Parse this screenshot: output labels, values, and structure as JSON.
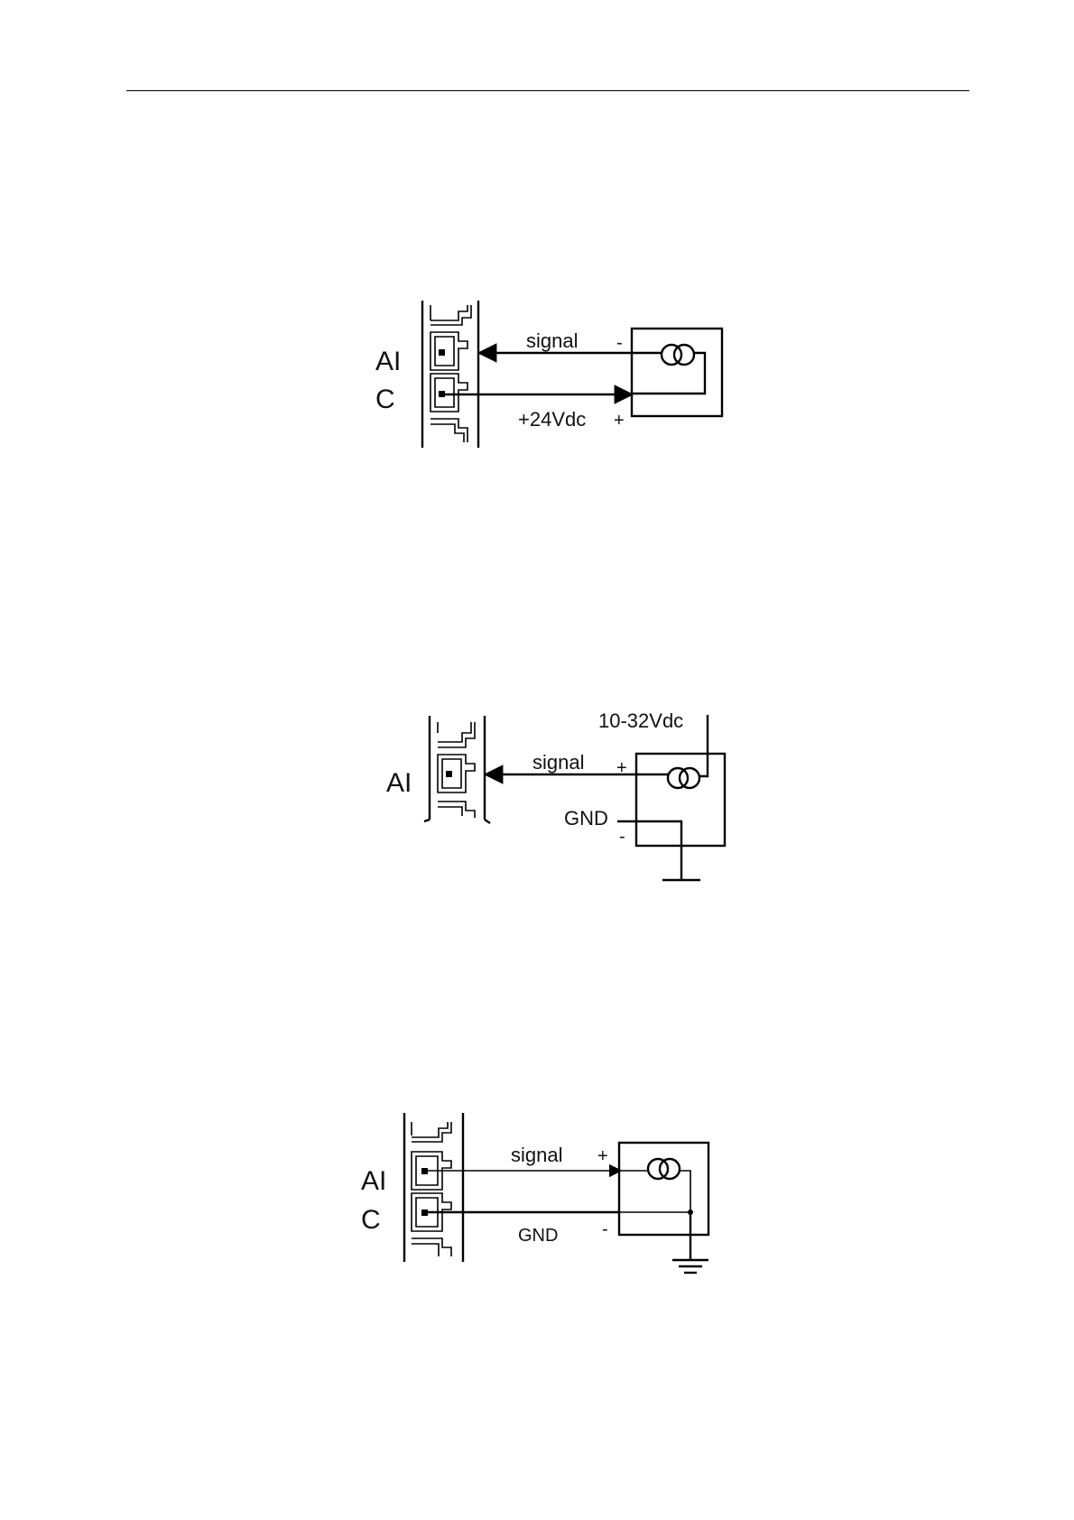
{
  "diagrams": [
    {
      "terminal_labels": [
        "AI",
        "C"
      ],
      "wire_labels": {
        "top": "signal",
        "bottom": "+24Vdc"
      },
      "polarity": {
        "top": "-",
        "bottom": "+"
      }
    },
    {
      "terminal_labels": [
        "AI"
      ],
      "supply_label": "10-32Vdc",
      "wire_labels": {
        "top": "signal",
        "bottom": "GND"
      },
      "polarity": {
        "top": "+",
        "bottom": "-"
      }
    },
    {
      "terminal_labels": [
        "AI",
        "C"
      ],
      "wire_labels": {
        "top": "signal",
        "bottom": "GND"
      },
      "polarity": {
        "top": "+",
        "bottom": "-"
      }
    }
  ],
  "icons": [
    "terminal-block-icon",
    "current-source-icon",
    "ground-icon",
    "arrowhead-icon"
  ]
}
